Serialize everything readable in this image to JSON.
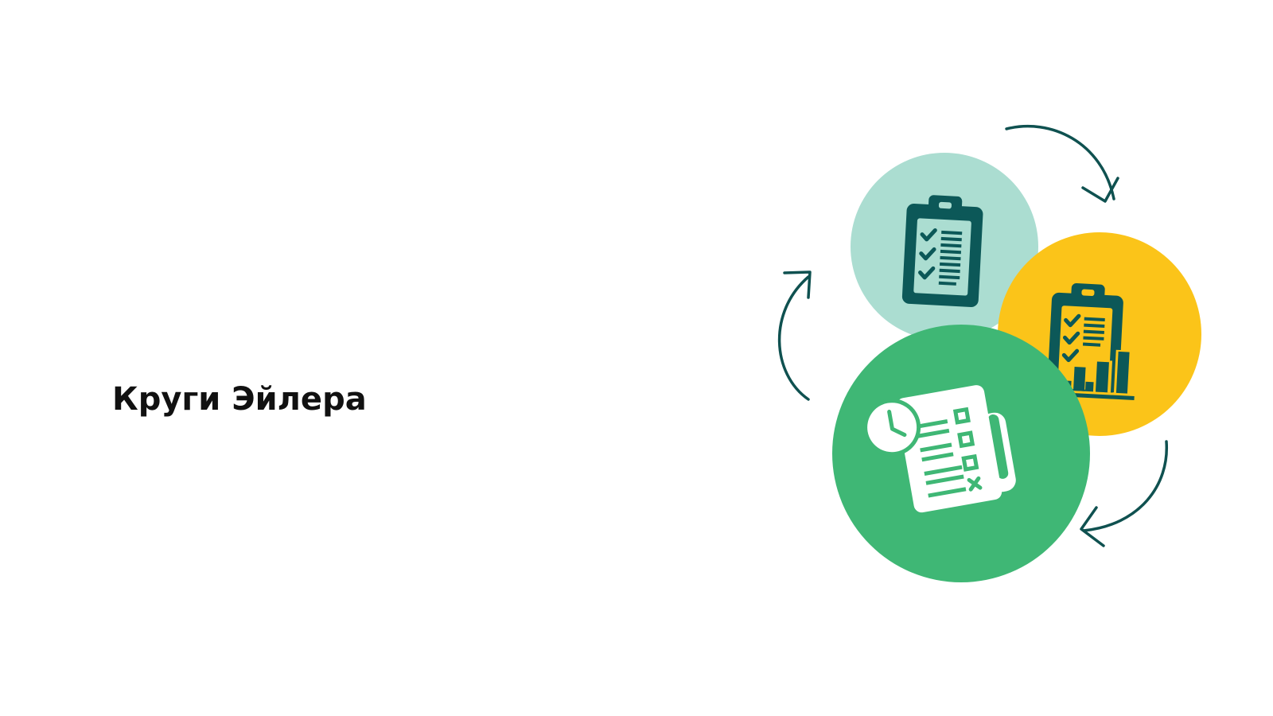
{
  "slide": {
    "title": "Круги Эйлера"
  },
  "illustration": {
    "colors": {
      "mint_circle": "#abddd1",
      "yellow_circle": "#fbc419",
      "green_circle": "#3fb775",
      "icon_dark": "#0c5858",
      "icon_light": "#ffffff",
      "arrow": "#0f5150"
    },
    "icons": [
      "clipboard-checklist-icon",
      "clipboard-chart-icon",
      "schedule-document-icon"
    ],
    "arrows": [
      "cycle-arrow-top",
      "cycle-arrow-bottom",
      "cycle-arrow-left"
    ]
  }
}
